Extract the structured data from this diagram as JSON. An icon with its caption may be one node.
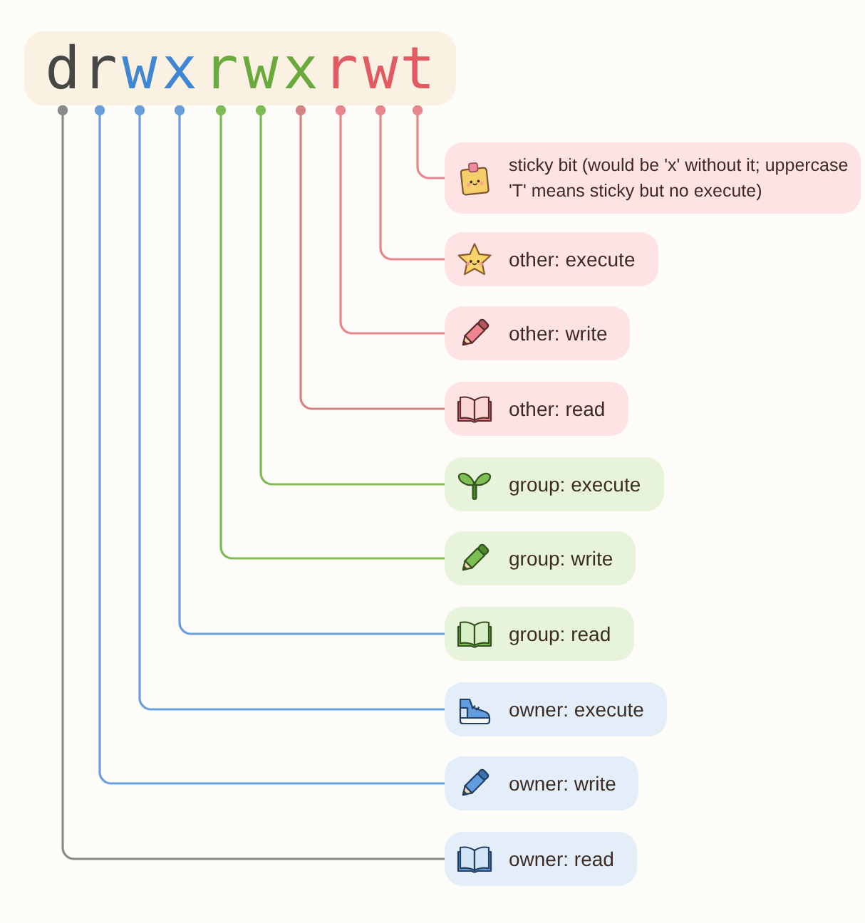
{
  "diagram": {
    "nodes": [
      {
        "text": [],
        "shape": "box"
      },
      {
        "text": [
          "d"
        ],
        "in": 0
      },
      {
        "text": [
          "r"
        ],
        "in": 0
      },
      {
        "text": [
          "w"
        ],
        "in": 0
      },
      {
        "text": [
          "x"
        ],
        "in": 0
      },
      {
        "text": [
          "r"
        ],
        "in": 0
      },
      {
        "text": [
          "w"
        ],
        "in": 0
      },
      {
        "text": [
          "x"
        ],
        "in": 0
      },
      {
        "text": [
          "r"
        ],
        "in": 0
      },
      {
        "text": [
          "w"
        ],
        "in": 0
      },
      {
        "text": [
          "t"
        ],
        "in": 0
      },
      {
        "text": [
          "sticky bit (would be 'x' without it; uppercase 'T' means sticky but no execute)"
        ]
      },
      {
        "text": [
          "other: execute"
        ]
      },
      {
        "text": [
          "other: write"
        ]
      },
      {
        "text": [
          "other: read"
        ]
      },
      {
        "text": [
          "group: execute"
        ]
      },
      {
        "text": [
          "group: write"
        ]
      },
      {
        "text": [
          "group: read"
        ]
      },
      {
        "text": [
          "owner: execute"
        ]
      },
      {
        "text": [
          "owner: write"
        ]
      },
      {
        "text": [
          "owner: read"
        ]
      }
    ],
    "edges": [
      {
        "from": 1,
        "to": 20,
        "arrow": "other",
        "color": "#8a8a8a"
      },
      {
        "from": 2,
        "to": 19,
        "arrow": "other",
        "color": "#6a9fdc"
      },
      {
        "from": 3,
        "to": 18,
        "arrow": "other",
        "color": "#6a9fdc"
      },
      {
        "from": 4,
        "to": 17,
        "arrow": "other",
        "color": "#6a9fdc"
      },
      {
        "from": 5,
        "to": 16,
        "arrow": "other",
        "color": "#7dbb55"
      },
      {
        "from": 6,
        "to": 15,
        "arrow": "other",
        "color": "#7dbb55"
      },
      {
        "from": 7,
        "to": 14,
        "arrow": "other",
        "color": "#d48484"
      },
      {
        "from": 8,
        "to": 13,
        "arrow": "other",
        "color": "#e8868d"
      },
      {
        "from": 9,
        "to": 12,
        "arrow": "other",
        "color": "#e8868d"
      },
      {
        "from": 10,
        "to": 11,
        "arrow": "other",
        "color": "#e8868d"
      }
    ]
  }
}
